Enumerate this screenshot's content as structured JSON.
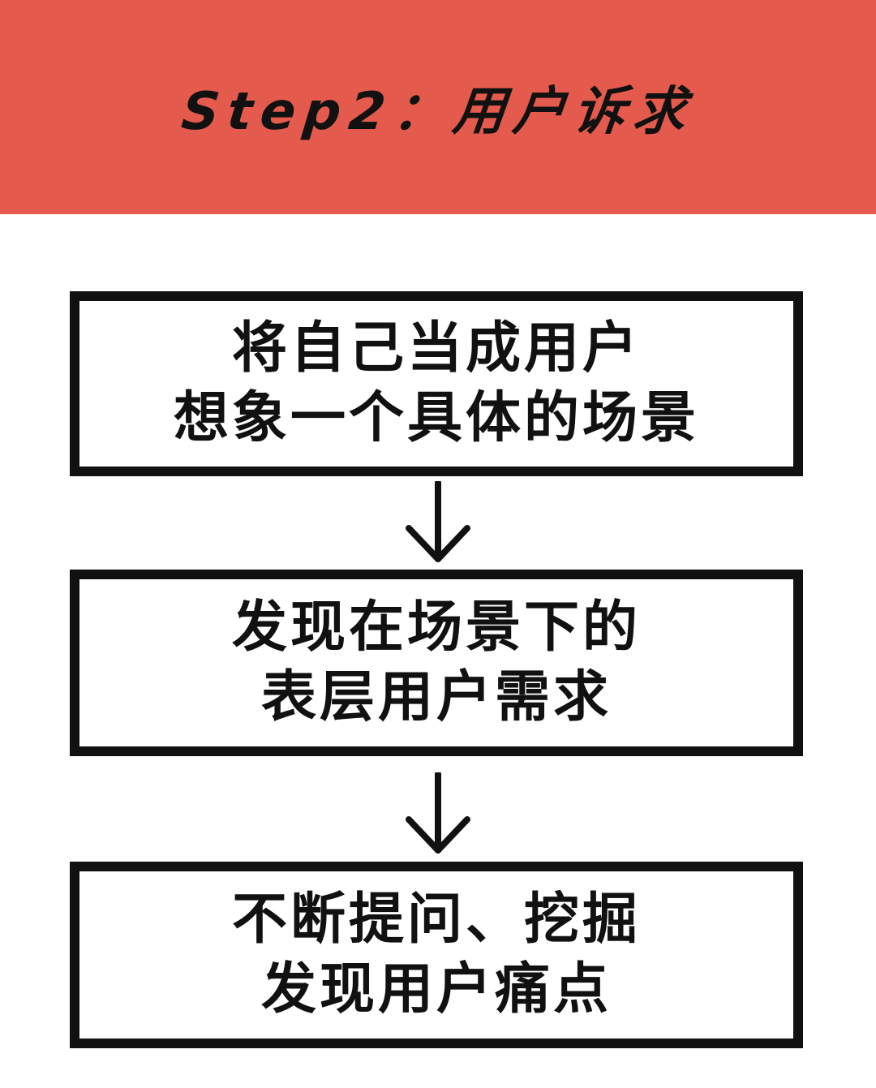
{
  "colors": {
    "banner_background": "#e45b4d",
    "text": "#111111",
    "box_border": "#111111",
    "arrow": "#111111",
    "page_background": "#ffffff"
  },
  "banner": {
    "title": "Step2：用户诉求"
  },
  "steps": [
    {
      "lines": [
        "将自己当成用户",
        "想象一个具体的场景"
      ]
    },
    {
      "lines": [
        "发现在场景下的",
        "表层用户需求"
      ]
    },
    {
      "lines": [
        "不断提问、挖掘",
        "发现用户痛点"
      ]
    }
  ],
  "connectors": [
    {
      "icon": "arrow-down-icon"
    },
    {
      "icon": "arrow-down-icon"
    }
  ]
}
